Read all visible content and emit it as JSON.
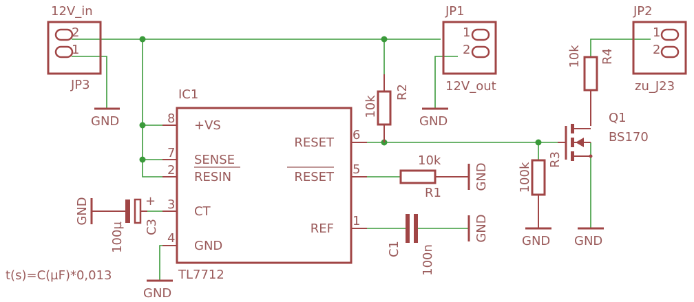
{
  "connectors": {
    "jp3": {
      "value": "12V_in",
      "name": "JP3",
      "pins": [
        "2",
        "1"
      ]
    },
    "jp1": {
      "name": "JP1",
      "value": "12V_out",
      "pins": [
        "1",
        "2"
      ]
    },
    "jp2": {
      "name": "JP2",
      "value": "zu_J23",
      "pins": [
        "1",
        "2"
      ]
    }
  },
  "ic1": {
    "name": "IC1",
    "part": "TL7712",
    "left_pins": [
      {
        "num": "8",
        "label": "+VS"
      },
      {
        "num": "7",
        "label": "SENSE"
      },
      {
        "num": "2",
        "label": "RESIN"
      },
      {
        "num": "3",
        "label": "CT"
      },
      {
        "num": "4",
        "label": "GND"
      }
    ],
    "right_pins": [
      {
        "num": "6",
        "label": "RESET"
      },
      {
        "num": "5",
        "label": "RESET"
      },
      {
        "num": "1",
        "label": "REF"
      }
    ]
  },
  "resistors": {
    "r1": {
      "name": "R1",
      "value": "10k"
    },
    "r2": {
      "name": "R2",
      "value": "10k"
    },
    "r3": {
      "name": "R3",
      "value": "100k"
    },
    "r4": {
      "name": "R4",
      "value": "10k"
    }
  },
  "capacitors": {
    "c1": {
      "name": "C1",
      "value": "100n"
    },
    "c3": {
      "name": "C3",
      "value": "100µ",
      "polarity": "+"
    }
  },
  "transistor": {
    "name": "Q1",
    "part": "BS170"
  },
  "ground_label": "GND",
  "note": "t(s)=C(µF)*0,013",
  "colors": {
    "part": "#a04545",
    "net": "#3a9a3a",
    "text": "#9a5a5a"
  }
}
